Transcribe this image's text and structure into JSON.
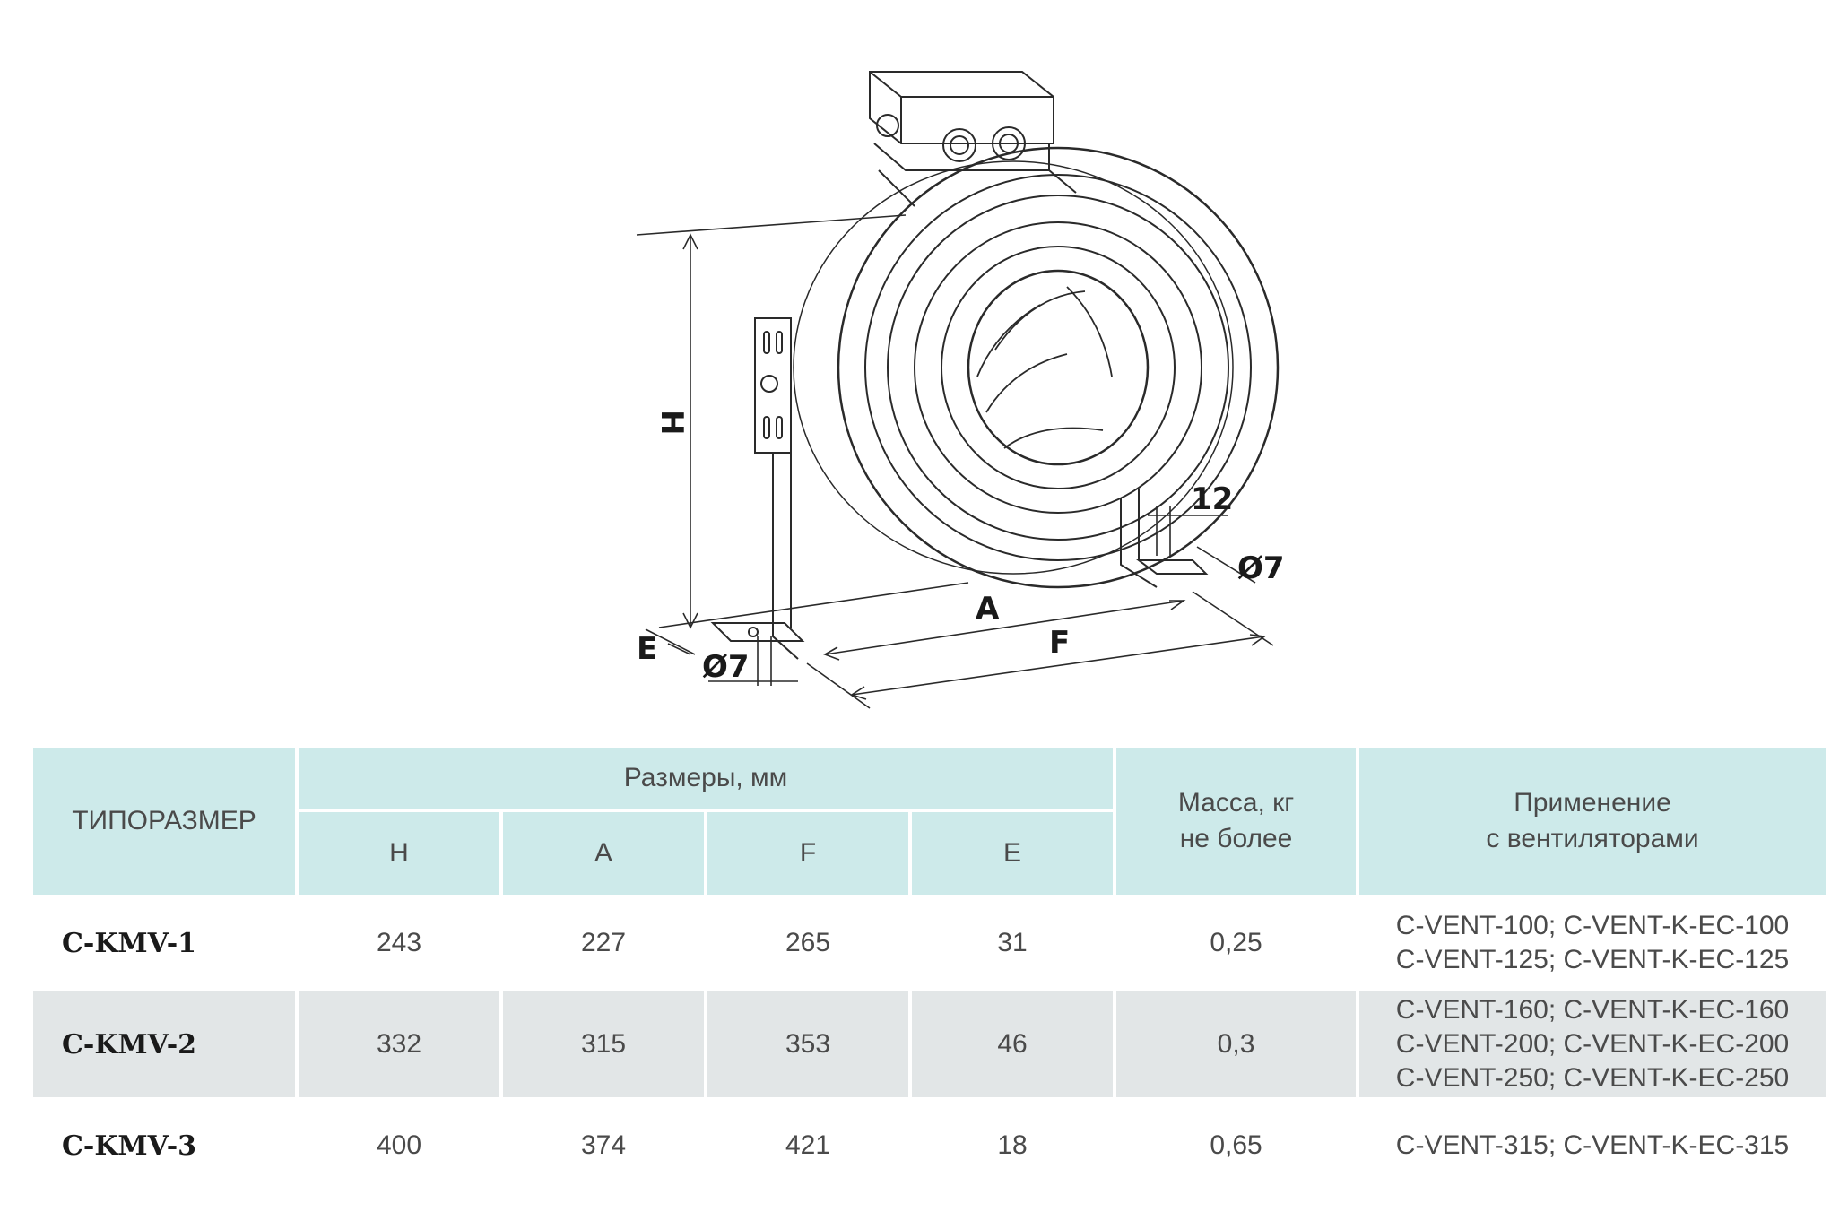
{
  "drawing": {
    "labels": {
      "H": "H",
      "A": "A",
      "F": "F",
      "E": "E",
      "d7_left": "Ø7",
      "d7_right": "Ø7",
      "twelve": "12"
    }
  },
  "table": {
    "header": {
      "size_type": "ТИПОРАЗМЕР",
      "dimensions": "Размеры, мм",
      "cols": [
        "H",
        "A",
        "F",
        "E"
      ],
      "mass_line1": "Масса, кг",
      "mass_line2": "не более",
      "usage_line1": "Применение",
      "usage_line2": "с вентиляторами"
    },
    "rows": [
      {
        "model": "C-KMV-1",
        "H": "243",
        "A": "227",
        "F": "265",
        "E": "31",
        "mass": "0,25",
        "fans": [
          "C-VENT-100; C-VENT-K-EC-100",
          "C-VENT-125; C-VENT-K-EC-125"
        ]
      },
      {
        "model": "C-KMV-2",
        "H": "332",
        "A": "315",
        "F": "353",
        "E": "46",
        "mass": "0,3",
        "fans": [
          "C-VENT-160; C-VENT-K-EC-160",
          "C-VENT-200; C-VENT-K-EC-200",
          "C-VENT-250; C-VENT-K-EC-250"
        ]
      },
      {
        "model": "C-KMV-3",
        "H": "400",
        "A": "374",
        "F": "421",
        "E": "18",
        "mass": "0,65",
        "fans": [
          "C-VENT-315; C-VENT-K-EC-315"
        ]
      }
    ]
  },
  "colors": {
    "header_bg": "#cdeaea",
    "row_alt_bg": "#e2e6e7"
  }
}
